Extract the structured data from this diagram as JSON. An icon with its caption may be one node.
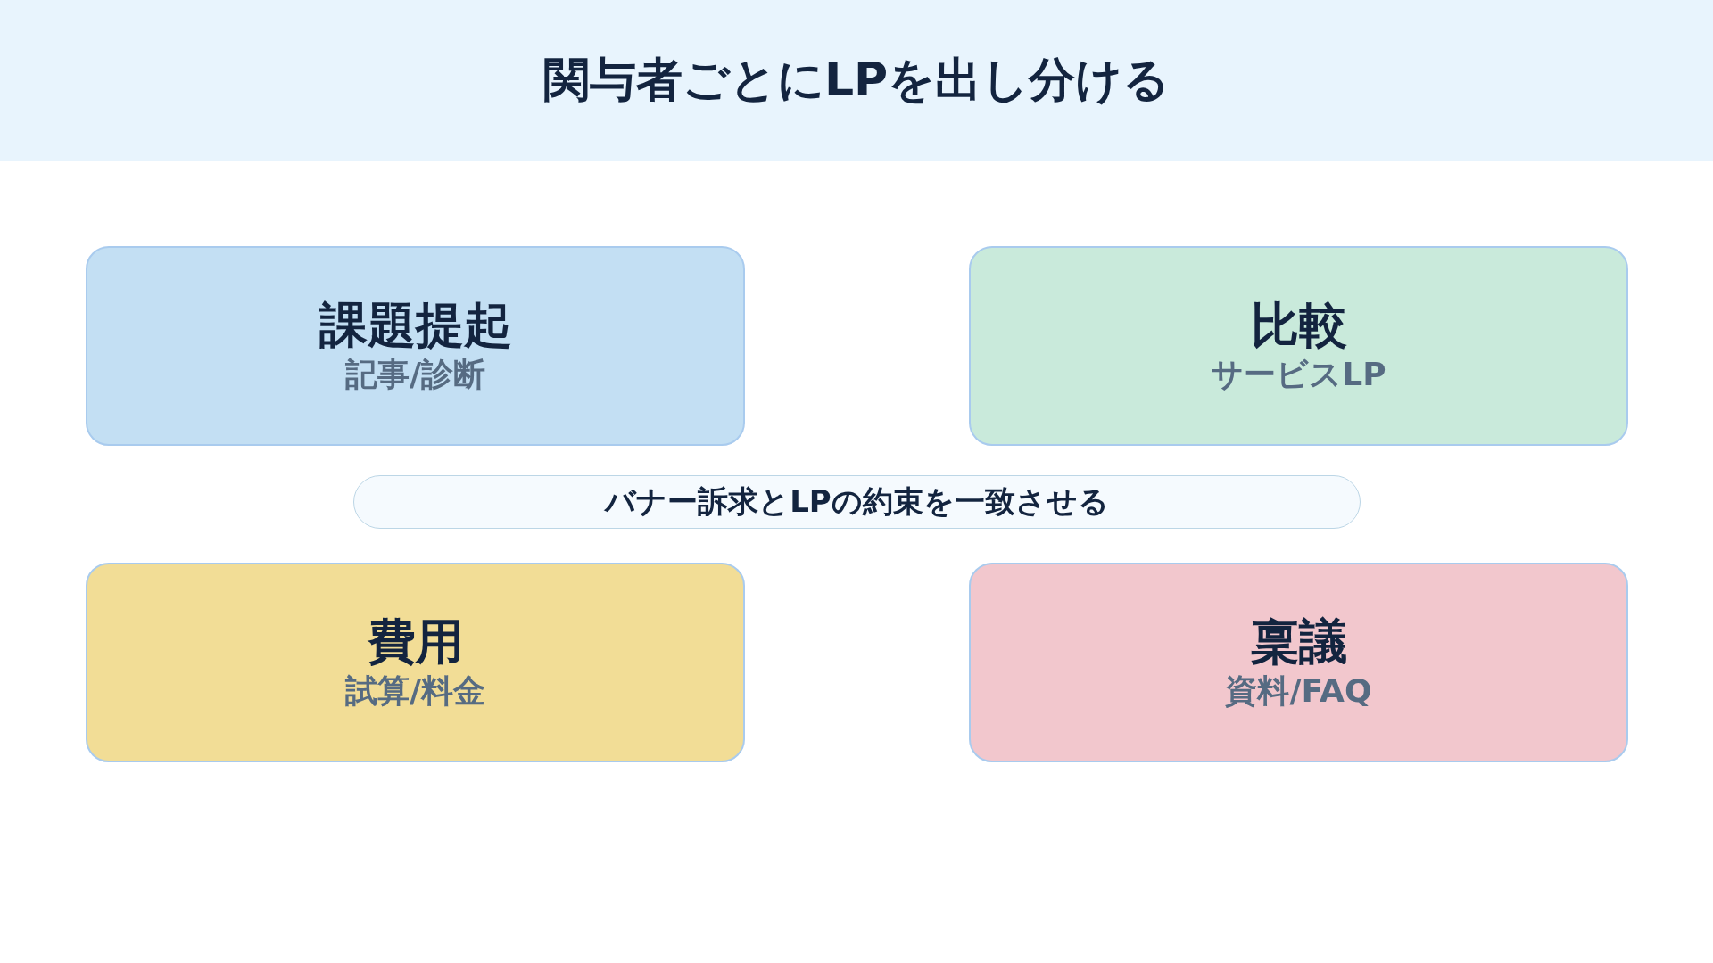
{
  "diagram": {
    "title": "関与者ごとにLPを出し分ける",
    "nodes": [
      {
        "text": [
          "課題提起",
          "記事/診断"
        ]
      },
      {
        "text": [
          "比較",
          "サービスLP"
        ]
      },
      {
        "text": [
          "バナー訴求とLPの約束を一致させる"
        ]
      },
      {
        "text": [
          "費用",
          "試算/料金"
        ]
      },
      {
        "text": [
          "稟議",
          "資料/FAQ"
        ]
      }
    ]
  }
}
